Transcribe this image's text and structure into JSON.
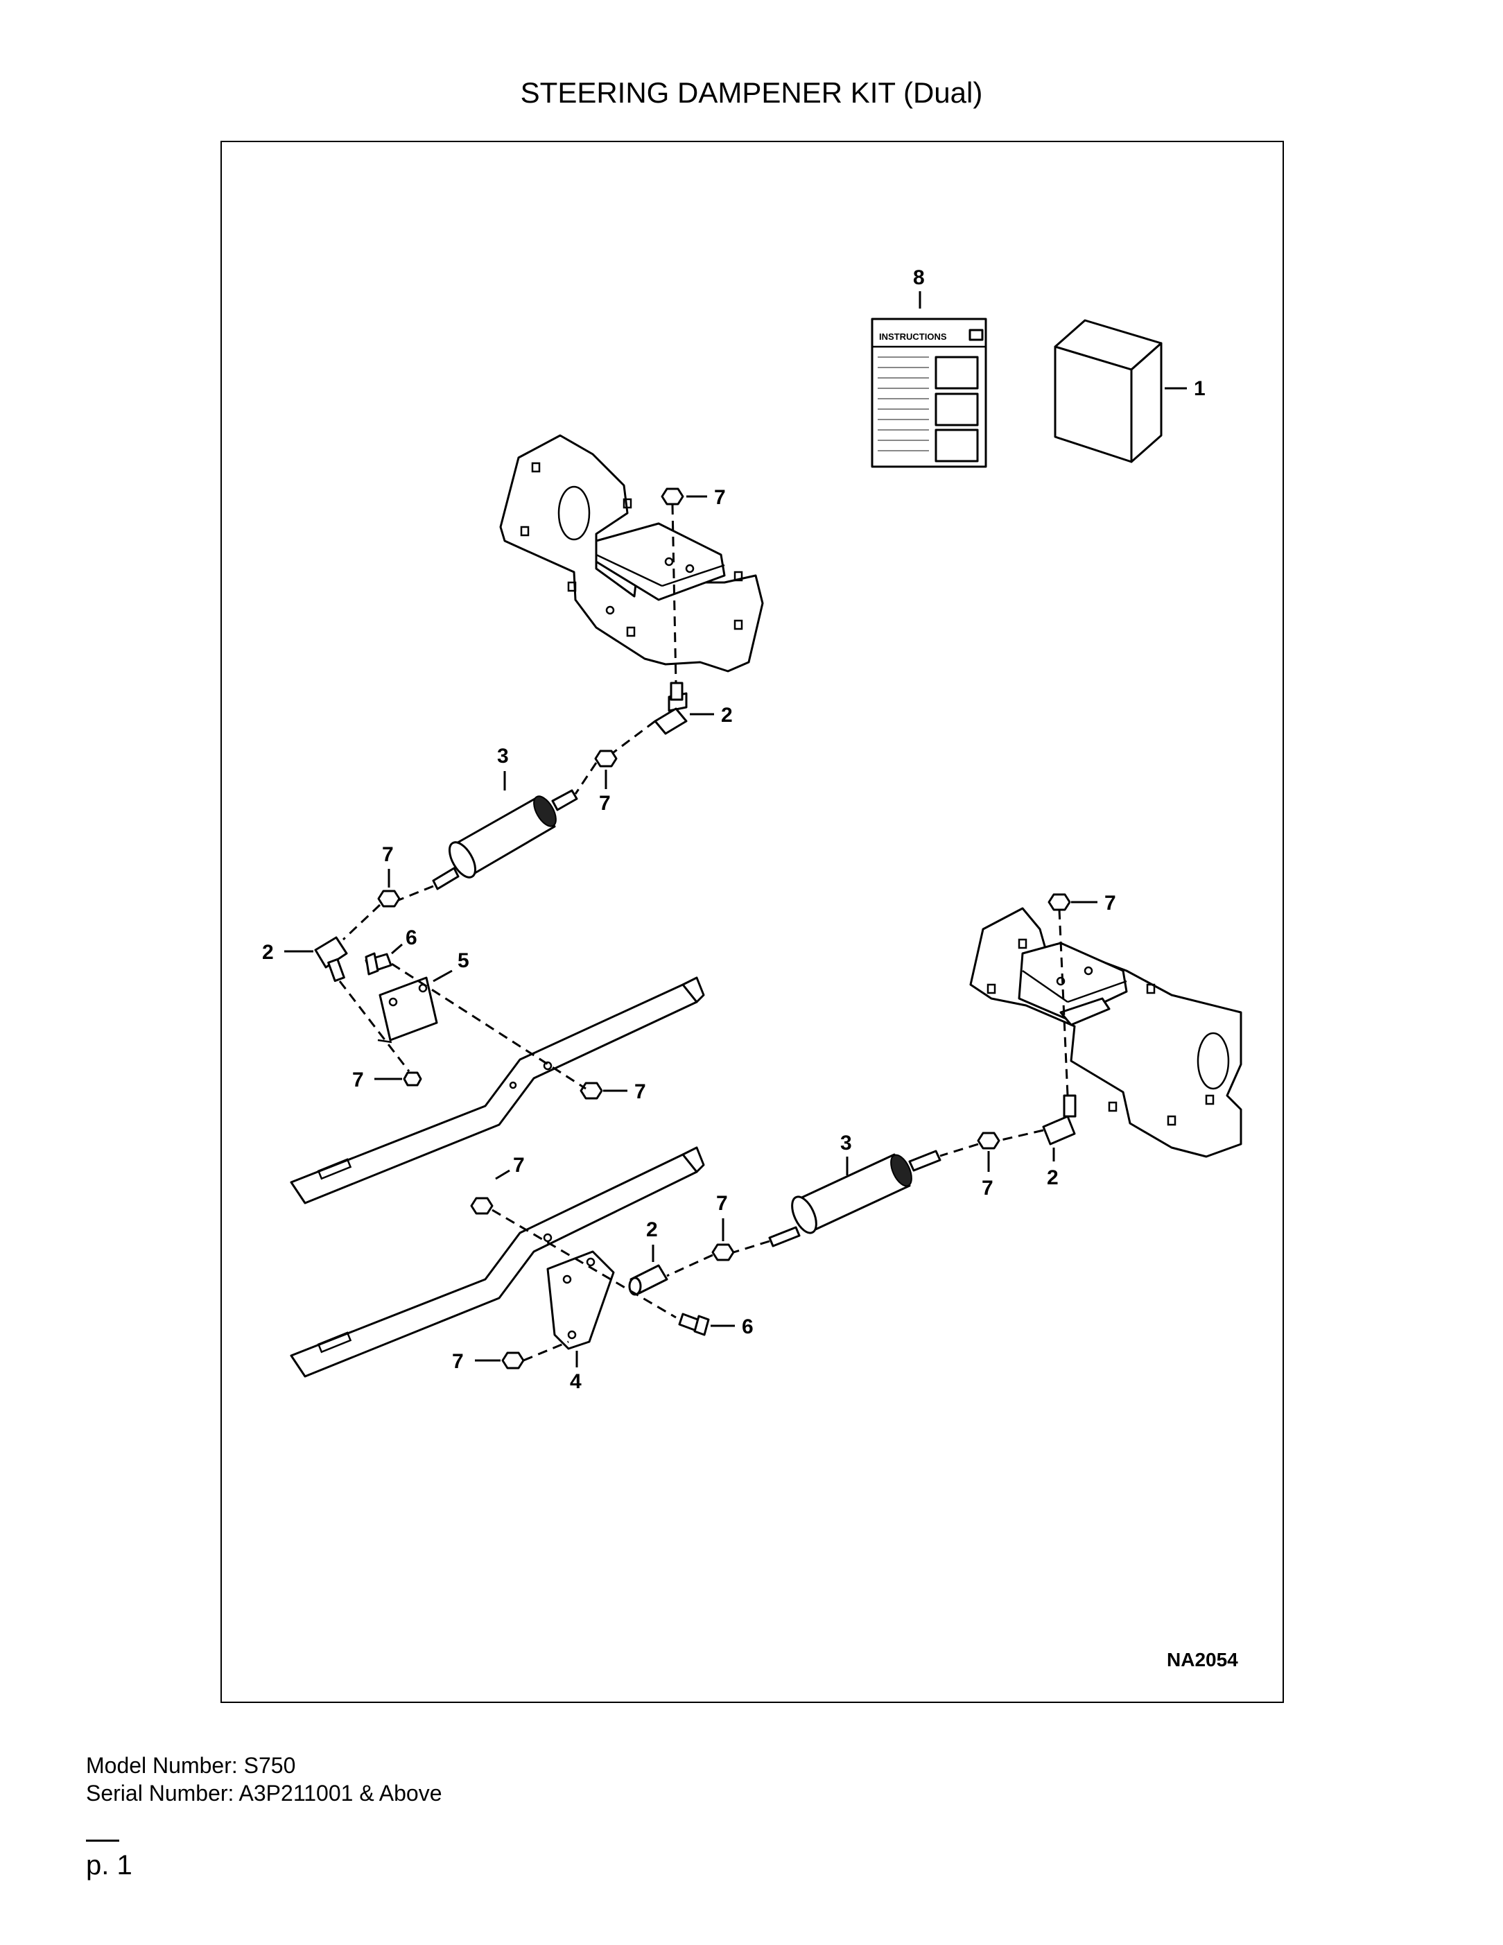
{
  "page": {
    "title": "STEERING DAMPENER KIT (Dual)",
    "figure_ref": "NA2054",
    "instructions_label": "INSTRUCTIONS",
    "model_line": "Model Number: S750",
    "serial_line": "Serial Number: A3P211001 & Above",
    "page_number": "p. 1"
  },
  "callouts": {
    "c8": "8",
    "c1": "1",
    "c7a": "7",
    "c2a": "2",
    "c3a": "3",
    "c7b": "7",
    "c7c": "7",
    "c2b": "2",
    "c6a": "6",
    "c5": "5",
    "c7d": "7",
    "c7e": "7",
    "c7f": "7",
    "c3b": "3",
    "c7g": "7",
    "c2c": "2",
    "c7h": "7",
    "c7i": "7",
    "c2d": "2",
    "c6b": "6",
    "c7j": "7",
    "c4": "4"
  }
}
